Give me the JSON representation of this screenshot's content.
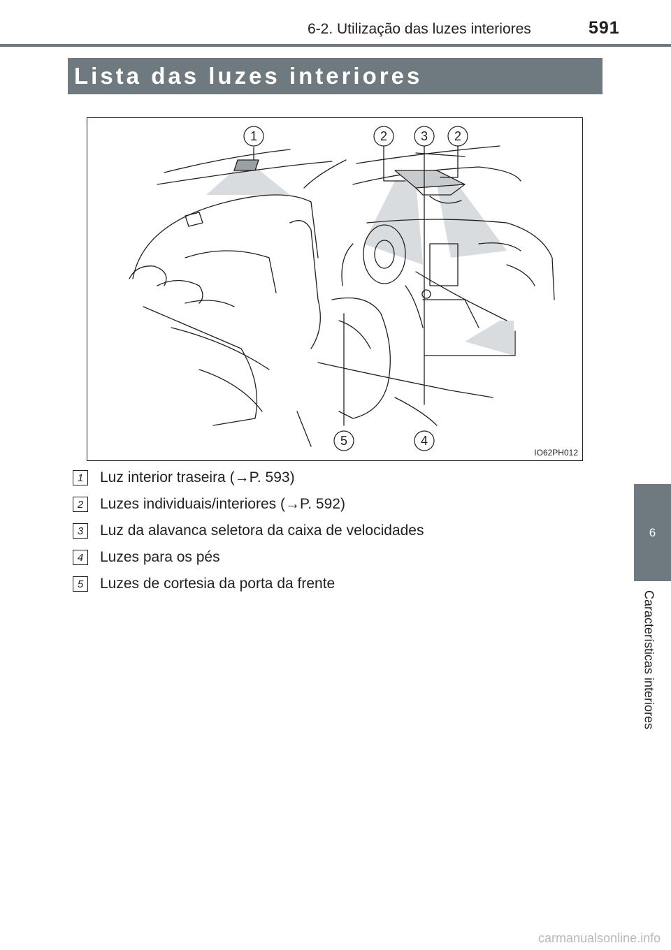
{
  "header": {
    "section": "6-2. Utilização das luzes interiores",
    "page_number": "591"
  },
  "title": "Lista das luzes interiores",
  "figure": {
    "code": "IO62PH012",
    "callouts": [
      "1",
      "2",
      "3",
      "2",
      "5",
      "4"
    ]
  },
  "legend": [
    {
      "num": "1",
      "label": "Luz interior traseira (→P. 593)"
    },
    {
      "num": "2",
      "label": "Luzes individuais/interiores (→P. 592)"
    },
    {
      "num": "3",
      "label": "Luz da alavanca seletora da caixa de velocidades"
    },
    {
      "num": "4",
      "label": "Luzes para os pés"
    },
    {
      "num": "5",
      "label": "Luzes de cortesia da porta da frente"
    }
  ],
  "side_tab": {
    "number": "6",
    "label": "Características interiores"
  },
  "watermark": "carmanualsonline.info",
  "colors": {
    "banner": "#6e7a7f",
    "text": "#231f20",
    "watermark": "#b9b9b9"
  }
}
